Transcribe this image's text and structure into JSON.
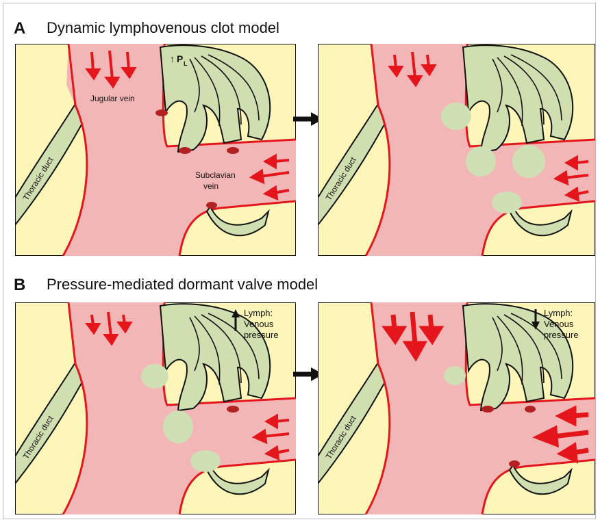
{
  "panels": [
    {
      "letter": "A",
      "title": "Dynamic lymphovenous clot model"
    },
    {
      "letter": "B",
      "title": "Pressure-mediated dormant valve model"
    }
  ],
  "labels": {
    "thoracic_duct": "Thoracic duct",
    "jugular_vein": "Jugular vein",
    "subclavian_line1": "Subclavian",
    "subclavian_line2": "vein",
    "pressure_symbol": "P",
    "pressure_subscript": "L",
    "lymph_line1": "Lymph:",
    "lymph_line2": "Venous",
    "lymph_line3": "pressure"
  },
  "colors": {
    "background": "#fdf6b8",
    "vein_fill": "#f3b6b6",
    "vein_border": "#e4161b",
    "lymph_fill": "#cfdfb0",
    "clot_fill": "#cfe1b4",
    "valve_tip": "#b22222",
    "flow_arrow": "#e4161b",
    "outline": "#111111"
  }
}
